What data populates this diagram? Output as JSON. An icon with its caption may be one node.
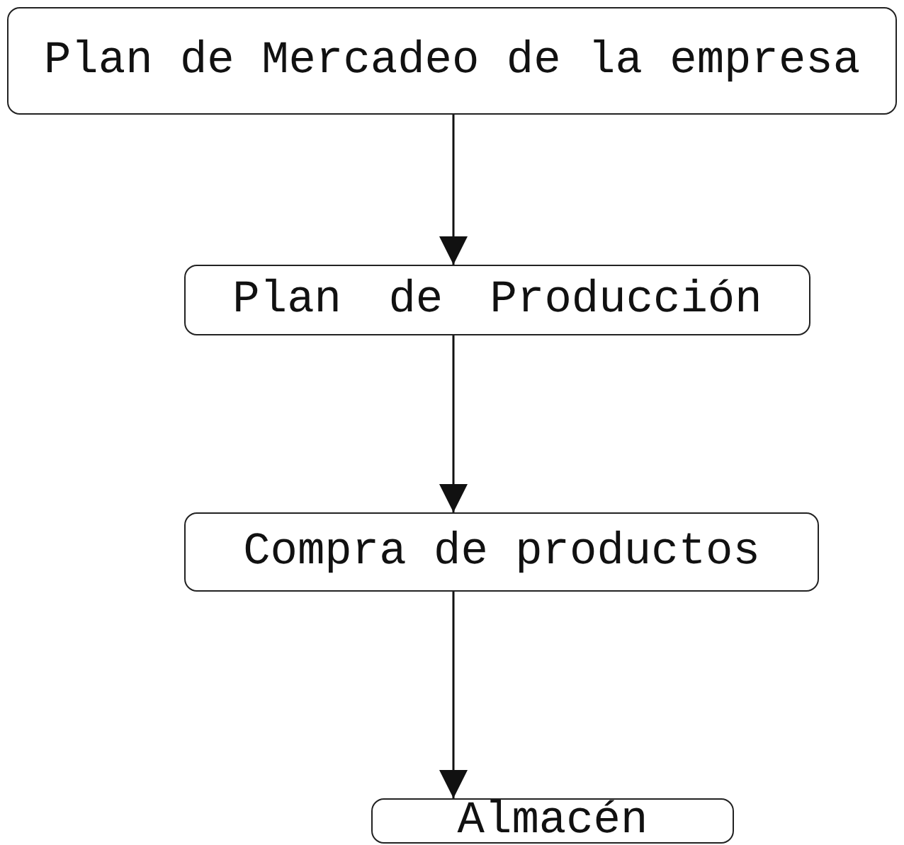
{
  "diagram": {
    "nodes": [
      {
        "text": [
          "Plan de Mercadeo de la empresa"
        ]
      },
      {
        "text": [
          "Plan de Producción"
        ]
      },
      {
        "text": [
          "Compra de productos"
        ]
      },
      {
        "text": [
          "Almacén"
        ]
      }
    ],
    "edges": [
      {
        "from": 0,
        "to": 1,
        "arrow": "to"
      },
      {
        "from": 1,
        "to": 2,
        "arrow": "to"
      },
      {
        "from": 2,
        "to": 3,
        "arrow": "to"
      }
    ]
  }
}
